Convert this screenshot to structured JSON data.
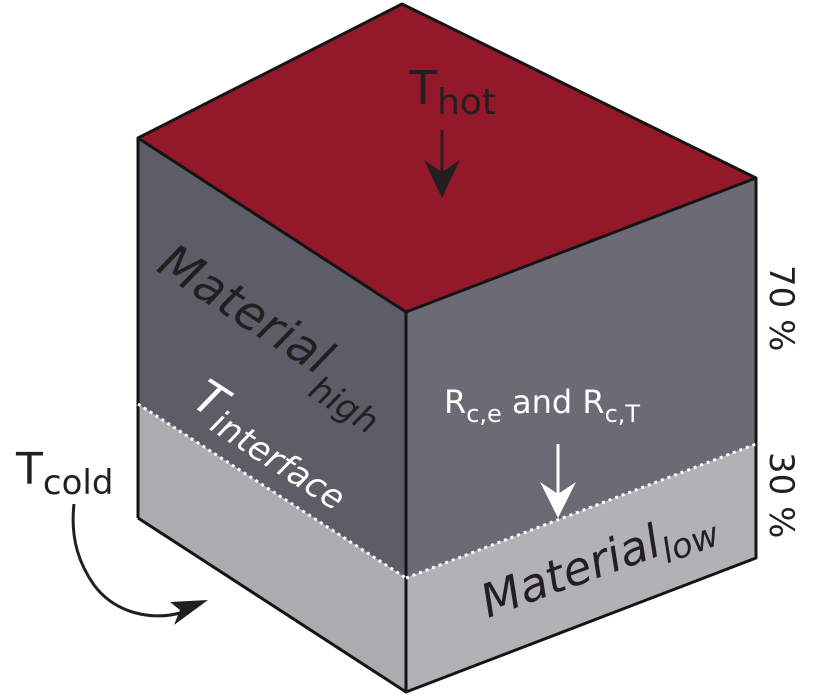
{
  "diagram": {
    "labels": {
      "t_hot": {
        "main": "T",
        "sub": "hot"
      },
      "t_cold": {
        "main": "T",
        "sub": "cold"
      },
      "material_high": {
        "main": "Material",
        "sub": "high"
      },
      "t_interface": {
        "main": "T",
        "sub": "interface"
      },
      "contact_resistance": {
        "r1": "R",
        "r1_sub": "c,e",
        "mid": " and ",
        "r2": "R",
        "r2_sub": "c,T"
      },
      "material_low": {
        "main": "Material",
        "sub": "low"
      },
      "pct_high": "70 %",
      "pct_low": "30 %"
    },
    "colors": {
      "top_face": "#93192a",
      "upper_left_face": "#5d5d67",
      "upper_right_face": "#6b6a75",
      "lower_left_face": "#acabb0",
      "lower_right_face": "#b2b1b6",
      "edge": "#141414",
      "interface_line": "#ffffff",
      "text_dark": "#231f20",
      "text_light": "#ffffff"
    },
    "icons": [
      "down-arrow-icon",
      "curved-arrow-icon"
    ]
  }
}
